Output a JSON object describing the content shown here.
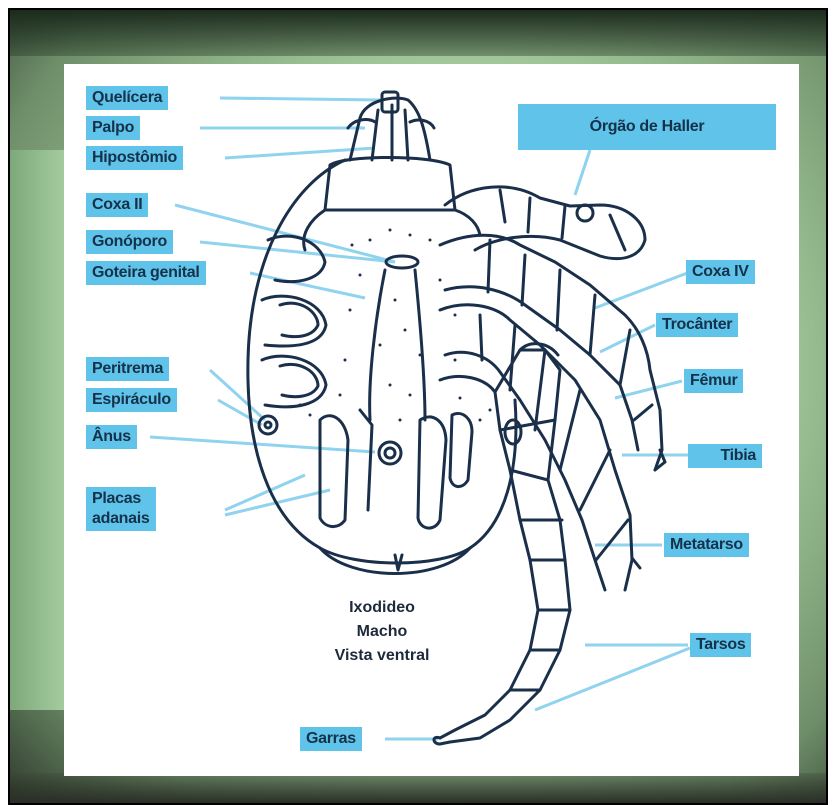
{
  "labels": {
    "quelicera": "Quelícera",
    "palpo": "Palpo",
    "hipostomio": "Hipostômio",
    "coxa_ii": "Coxa II",
    "gonoporo": "Gonóporo",
    "goteira_genital": "Goteira genital",
    "peritrema": "Peritrema",
    "espiraculo": "Espiráculo",
    "anus": "Ânus",
    "placas_line1": "Placas",
    "placas_line2": "adanais",
    "orgao_haller": "Órgão de Haller",
    "coxa_iv": "Coxa IV",
    "trocanter": "Trocânter",
    "femur": "Fêmur",
    "tibia": "Tibia",
    "metatarso": "Metatarso",
    "tarsos": "Tarsos",
    "garras": "Garras"
  },
  "caption": {
    "line1": "Ixodideo",
    "line2": "Macho",
    "line3": "Vista ventral"
  },
  "colors": {
    "label_bg": "#5fc3ea",
    "label_text": "#15324a",
    "outline": "#1a2f4a",
    "leader": "#8fd3ef"
  }
}
